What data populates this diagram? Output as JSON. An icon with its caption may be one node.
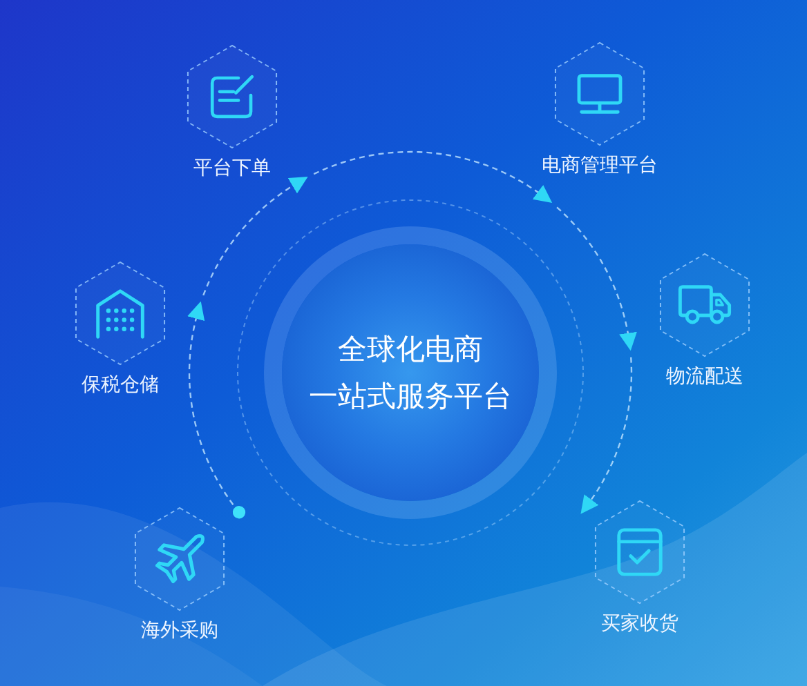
{
  "diagram": {
    "nodes": [
      {
        "text": [
          "平台下单"
        ]
      },
      {
        "text": [
          "电商管理平台"
        ]
      },
      {
        "text": [
          "保税仓储"
        ]
      },
      {
        "text": [
          "全球化电商",
          "一站式服务平台"
        ]
      },
      {
        "text": [
          "物流配送"
        ]
      },
      {
        "text": [
          "海外采购"
        ]
      },
      {
        "text": [
          "买家收货"
        ]
      }
    ],
    "edges": [
      {
        "from": 5,
        "to": 2,
        "arrow": "to",
        "style": "dashed"
      },
      {
        "from": 2,
        "to": 0,
        "arrow": "to",
        "style": "dashed"
      },
      {
        "from": 0,
        "to": 1,
        "arrow": "to",
        "style": "dashed"
      },
      {
        "from": 1,
        "to": 4,
        "arrow": "to",
        "style": "dashed"
      },
      {
        "from": 4,
        "to": 6,
        "arrow": "to",
        "style": "dashed"
      }
    ]
  }
}
